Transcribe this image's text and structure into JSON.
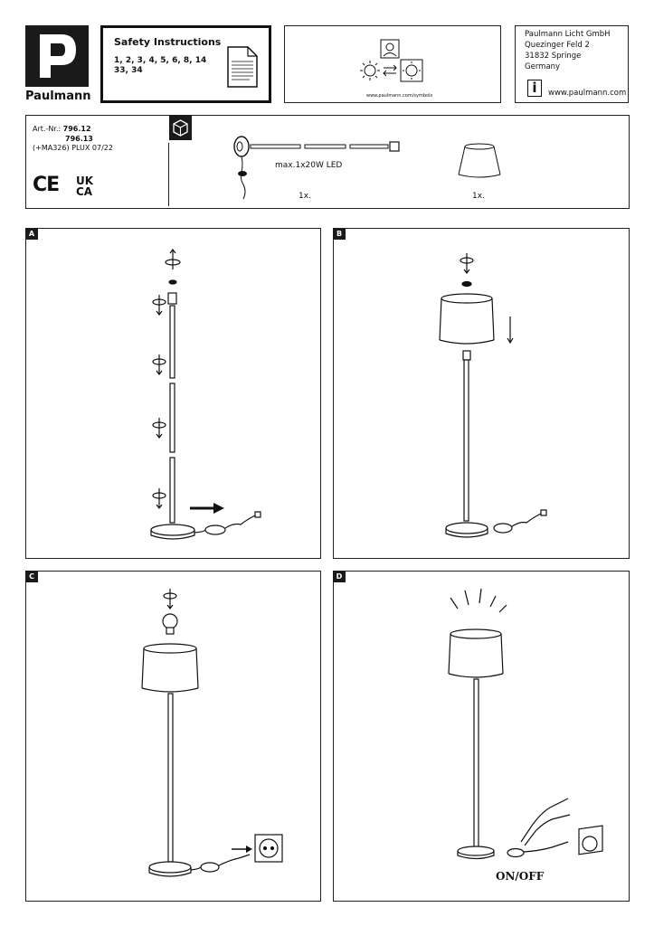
{
  "brand": {
    "name": "Paulmann",
    "logo_letter": "P"
  },
  "safety": {
    "title": "Safety Instructions",
    "numbers_line1": "1, 2, 3, 4, 5, 6, 8, 14",
    "numbers_line2": "33, 34"
  },
  "symbols": {
    "url": "www.paulmann.com/symbols"
  },
  "company": {
    "name": "Paulmann Licht GmbH",
    "street": "Quezinger Feld 2",
    "city": "31832 Springe",
    "country": "Germany",
    "website": "www.paulmann.com",
    "info_letter": "i"
  },
  "article": {
    "label": "Art.-Nr.:",
    "number1": "796.12",
    "number2": "796.13",
    "variant": "(+MA326) PLUX 07/22",
    "ce": "CE",
    "ukca_line1": "UK",
    "ukca_line2": "CA"
  },
  "contents": {
    "lamp_spec": "max.1x20W LED",
    "lamp_qty": "1x.",
    "shade_qty": "1x."
  },
  "panels": {
    "a": {
      "label": "A"
    },
    "b": {
      "label": "B"
    },
    "c": {
      "label": "C"
    },
    "d": {
      "label": "D",
      "switch_label": "ON/OFF"
    }
  },
  "icons": [
    "package-icon",
    "document-icon",
    "sun-icon",
    "technician-icon",
    "info-icon",
    "rotate-arrow-icon",
    "bulb-icon",
    "socket-icon",
    "hand-icon",
    "ce-mark-icon",
    "ukca-mark-icon"
  ]
}
